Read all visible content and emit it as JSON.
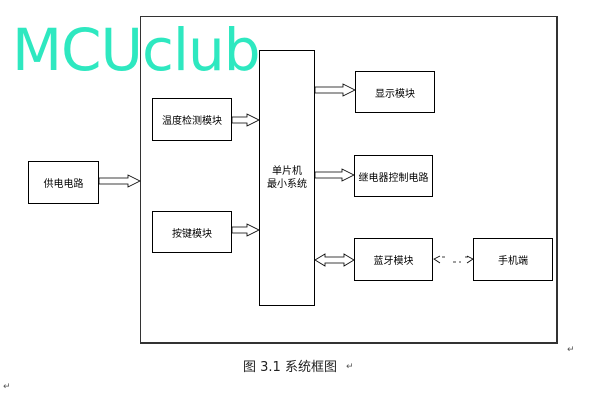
{
  "watermark": "MCUclub",
  "blocks": {
    "power": "供电电路",
    "temp": "温度检测模块",
    "keys": "按键模块",
    "mcu_line1": "单片机",
    "mcu_line2": "最小系统",
    "display": "显示模块",
    "relay": "继电器控制电路",
    "bluetooth": "蓝牙模块",
    "phone": "手机端"
  },
  "caption": "图 3.1 系统框图",
  "return_mark": "↵"
}
